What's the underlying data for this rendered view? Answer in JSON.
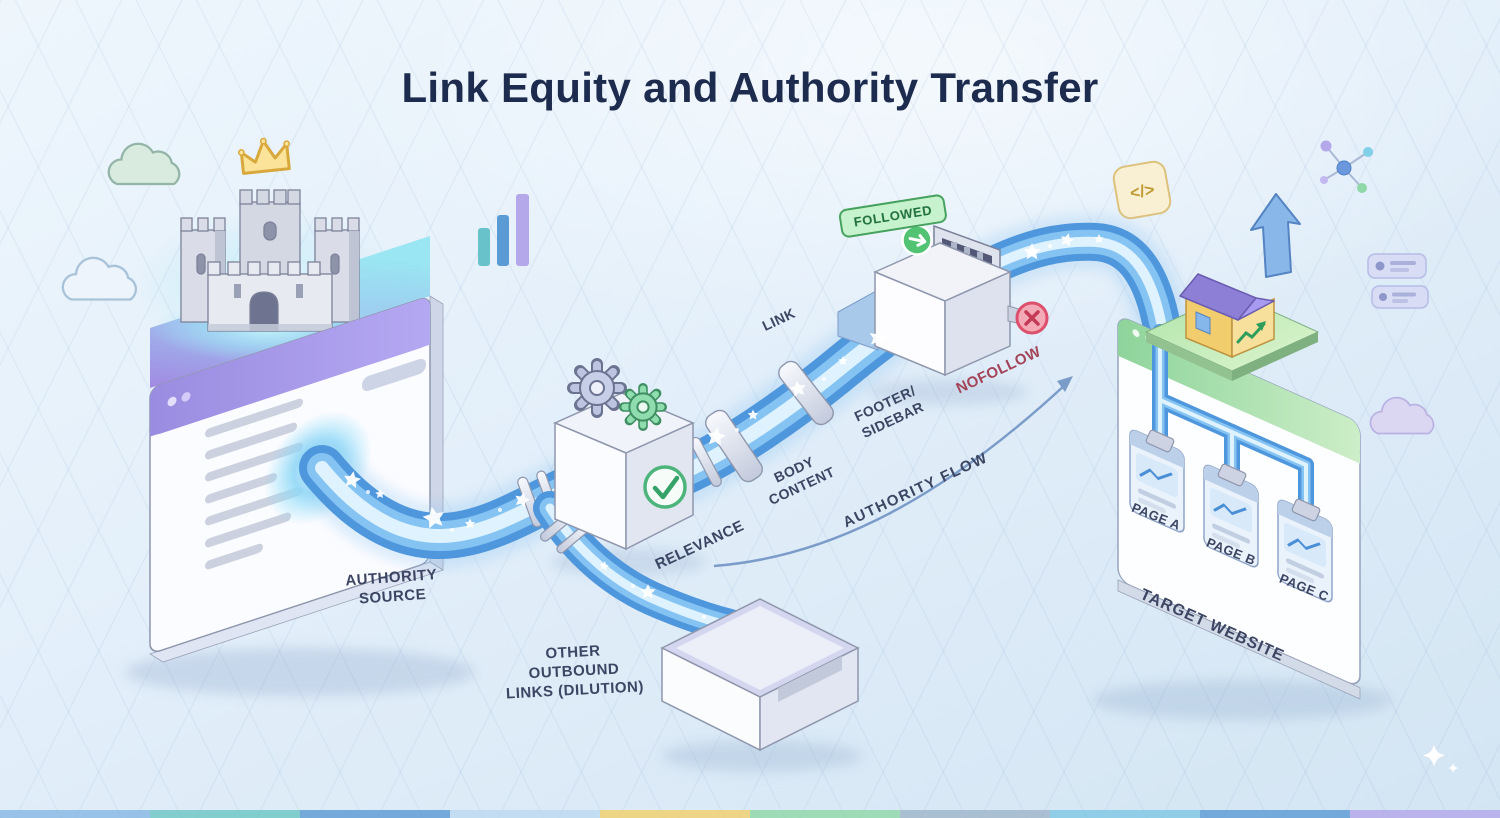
{
  "title": "Link Equity and Authority Transfer",
  "nodes": {
    "authority_source": "AUTHORITY\nSOURCE",
    "relevance": "RELEVANCE",
    "other_outbound": "OTHER\nOUTBOUND\nLINKS (DILUTION)",
    "target_website": "TARGET WEBSITE",
    "pages": [
      "PAGE A",
      "PAGE B",
      "PAGE C"
    ]
  },
  "flow": {
    "link": "LINK",
    "body_content": "BODY\nCONTENT",
    "footer_sidebar": "FOOTER/\nSIDEBAR",
    "followed": "FOLLOWED",
    "nofollow": "NOFOLLOW",
    "authority_flow": "AUTHORITY FLOW"
  },
  "icons": {
    "code_glyph": "</>"
  },
  "colors": {
    "title": "#1d2c4e",
    "label": "#3c4663",
    "pipe_blue": "#4f97dd",
    "followed_green": "#2e9e57",
    "nofollow_red": "#a34458",
    "source_purple": "#9a8ce0",
    "platform_green": "#a8dfa6",
    "background": "#e3eef8"
  },
  "decor": {
    "bottom_strip": [
      "#87b7e4",
      "#6cc7c4",
      "#5b9bd5",
      "#bcd9f1",
      "#f2d06b",
      "#8fd8a8",
      "#9fb6c9",
      "#7ec8e3",
      "#5b9bd5",
      "#b4a7ea"
    ]
  }
}
